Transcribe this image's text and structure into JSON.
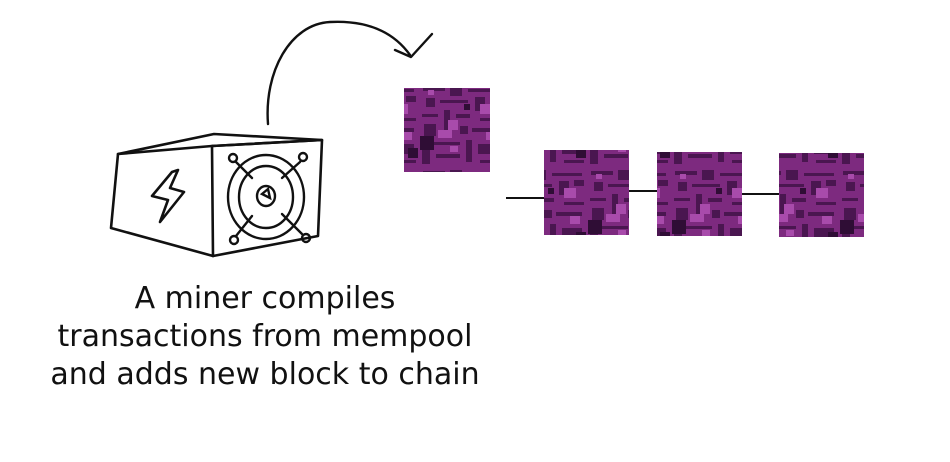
{
  "caption": {
    "lines": [
      "A miner compiles",
      "transactions from mempool",
      "and adds new block to chain"
    ]
  },
  "colors": {
    "ink": "#111111",
    "block_fill": "#7d2a7f",
    "block_dark": "#3a1040",
    "block_light": "#b04cb5"
  },
  "icons": {
    "miner": "asic-miner-icon",
    "lightning": "lightning-bolt-icon",
    "fan": "fan-icon",
    "arrow": "curved-arrow-icon",
    "block": "block-icon"
  },
  "chain": {
    "new_block_count": 1,
    "chain_block_count": 3
  }
}
